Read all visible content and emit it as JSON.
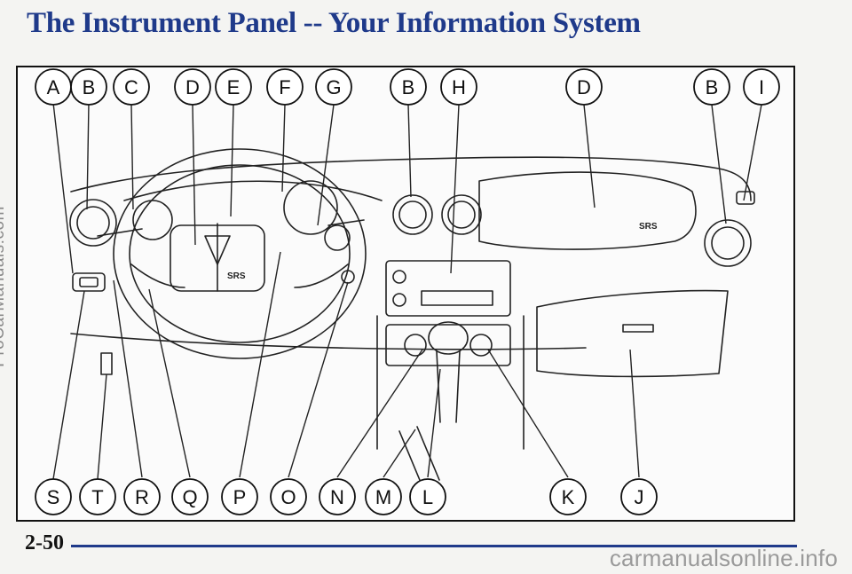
{
  "page": {
    "title": "The Instrument Panel -- Your Information System",
    "page_number": "2-50",
    "watermark_side": "ProCarManuals.com",
    "watermark_bottom": "carmanualsonline.info"
  },
  "figure": {
    "panel_texts": {
      "srs_steering": "SRS",
      "srs_dash": "SRS"
    },
    "callouts_top": [
      "A",
      "B",
      "C",
      "D",
      "E",
      "F",
      "G",
      "B",
      "H",
      "D",
      "B",
      "I"
    ],
    "callouts_bottom": [
      "S",
      "T",
      "R",
      "Q",
      "P",
      "O",
      "N",
      "M",
      "L",
      "K",
      "J"
    ]
  },
  "colors": {
    "title": "#1f3a8a",
    "rule": "#1f3a8a",
    "ink": "#111111"
  }
}
